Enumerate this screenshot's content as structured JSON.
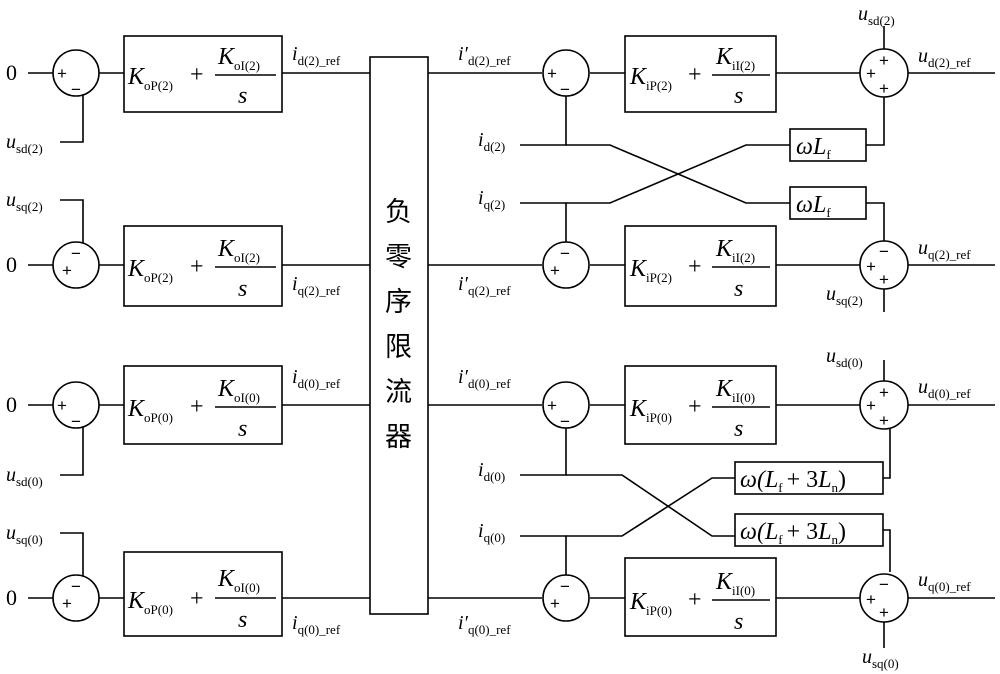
{
  "inputs": {
    "zero": "0"
  },
  "signals": {
    "usd2": {
      "m": "u",
      "s": "sd(2)"
    },
    "usq2": {
      "m": "u",
      "s": "sq(2)"
    },
    "usd0": {
      "m": "u",
      "s": "sd(0)"
    },
    "usq0": {
      "m": "u",
      "s": "sq(0)"
    },
    "id2ref": {
      "m": "i",
      "s": "d(2)_ref"
    },
    "iq2ref": {
      "m": "i",
      "s": "q(2)_ref"
    },
    "id0ref": {
      "m": "i",
      "s": "d(0)_ref"
    },
    "iq0ref": {
      "m": "i",
      "s": "q(0)_ref"
    },
    "id2p": {
      "m": "i′",
      "s": "d(2)_ref"
    },
    "iq2p": {
      "m": "i′",
      "s": "q(2)_ref"
    },
    "id0p": {
      "m": "i′",
      "s": "d(0)_ref"
    },
    "iq0p": {
      "m": "i′",
      "s": "q(0)_ref"
    },
    "id2": {
      "m": "i",
      "s": "d(2)"
    },
    "iq2": {
      "m": "i",
      "s": "q(2)"
    },
    "id0": {
      "m": "i",
      "s": "d(0)"
    },
    "iq0": {
      "m": "i",
      "s": "q(0)"
    },
    "ud2": {
      "m": "u",
      "s": "d(2)_ref"
    },
    "uq2": {
      "m": "u",
      "s": "q(2)_ref"
    },
    "ud0": {
      "m": "u",
      "s": "d(0)_ref"
    },
    "uq0": {
      "m": "u",
      "s": "q(0)_ref"
    }
  },
  "outer_pi": {
    "d2": {
      "kp_m": "K",
      "kp_s": "oP(2)",
      "plus": "+",
      "ki_m": "K",
      "ki_s": "oI(2)",
      "den": "s"
    },
    "q2": {
      "kp_m": "K",
      "kp_s": "oP(2)",
      "plus": "+",
      "ki_m": "K",
      "ki_s": "oI(2)",
      "den": "s"
    },
    "d0": {
      "kp_m": "K",
      "kp_s": "oP(0)",
      "plus": "+",
      "ki_m": "K",
      "ki_s": "oI(0)",
      "den": "s"
    },
    "q0": {
      "kp_m": "K",
      "kp_s": "oP(0)",
      "plus": "+",
      "ki_m": "K",
      "ki_s": "oI(0)",
      "den": "s"
    }
  },
  "inner_pi": {
    "d2": {
      "kp_m": "K",
      "kp_s": "iP(2)",
      "plus": "+",
      "ki_m": "K",
      "ki_s": "iI(2)",
      "den": "s"
    },
    "q2": {
      "kp_m": "K",
      "kp_s": "iP(2)",
      "plus": "+",
      "ki_m": "K",
      "ki_s": "iI(2)",
      "den": "s"
    },
    "d0": {
      "kp_m": "K",
      "kp_s": "iP(0)",
      "plus": "+",
      "ki_m": "K",
      "ki_s": "iI(0)",
      "den": "s"
    },
    "q0": {
      "kp_m": "K",
      "kp_s": "iP(0)",
      "plus": "+",
      "ki_m": "K",
      "ki_s": "iI(0)",
      "den": "s"
    }
  },
  "limiter": {
    "chars": [
      "负",
      "零",
      "序",
      "限",
      "流",
      "器"
    ]
  },
  "coupling": {
    "neg_omega": "ω",
    "neg_L": "L",
    "neg_L_sub": "f",
    "zero_text1": "ω(",
    "zero_L1": "L",
    "zero_L1_sub": "f",
    "zero_plus": "+ 3",
    "zero_L2": "L",
    "zero_L2_sub": "n",
    "zero_close": ")"
  },
  "signs": {
    "plus": "+",
    "minus": "−"
  }
}
